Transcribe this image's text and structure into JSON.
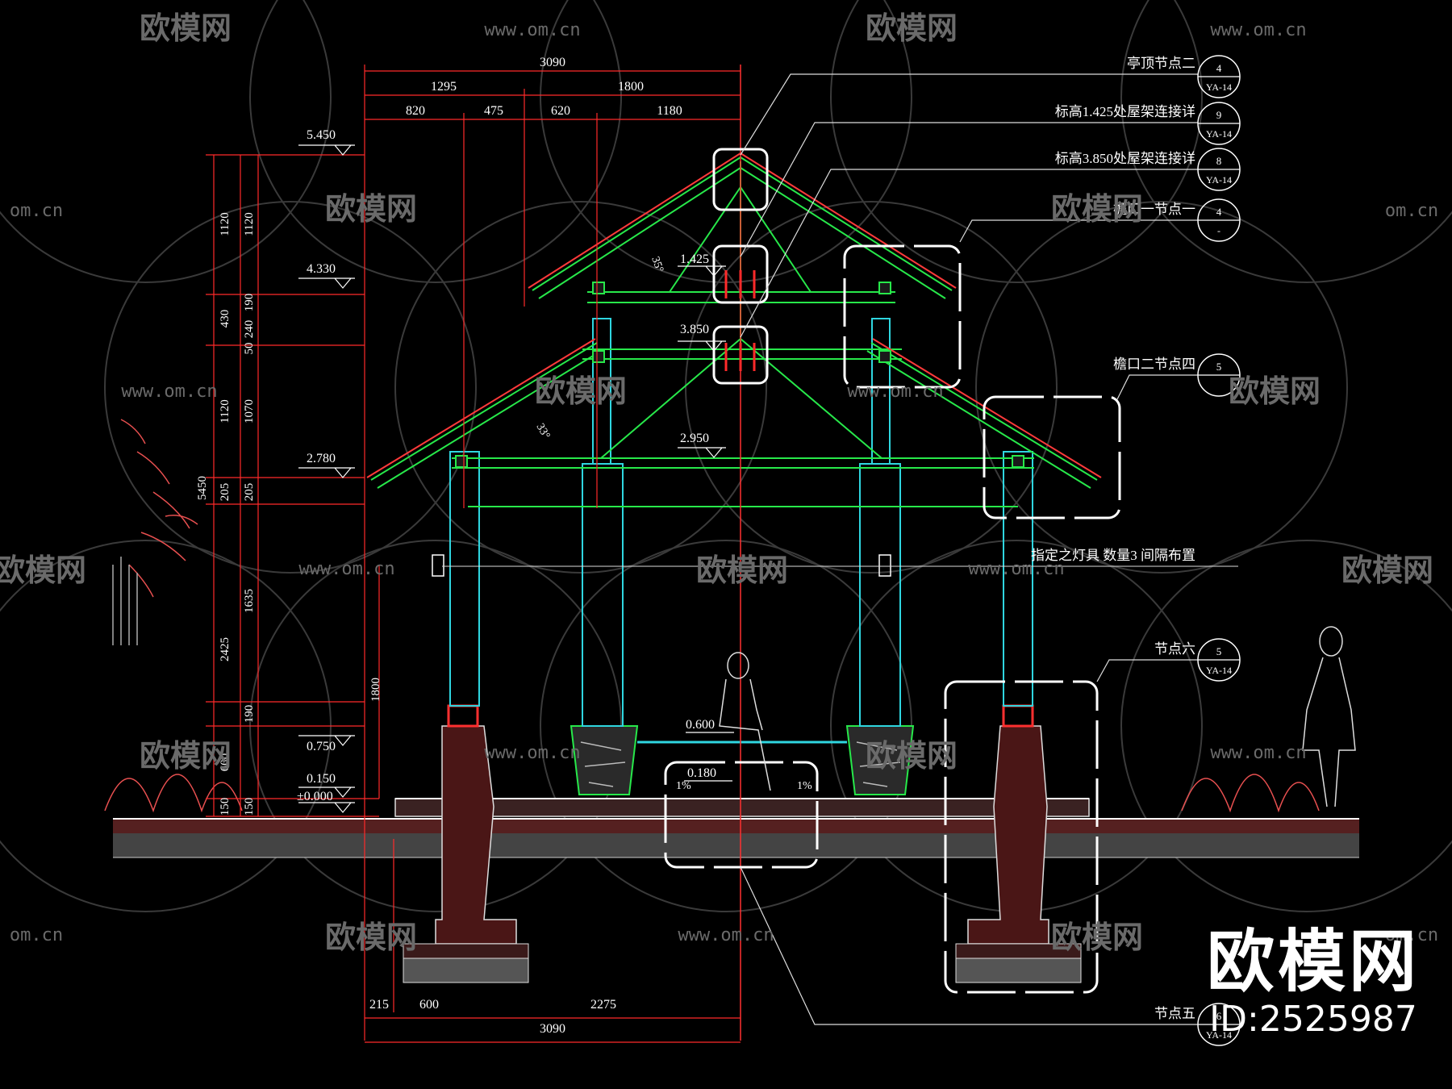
{
  "colors": {
    "background": "#000000",
    "dimension": "#ff2a2a",
    "structure": "#27e84a",
    "column": "#2fd6e0",
    "text": "#ffffff",
    "foundation": "#e03030",
    "note_box": "#ffffff",
    "watermark": "#5a5a5a"
  },
  "watermark": {
    "brand": "欧模网",
    "url": "www.om.cn",
    "url_short": "om.cn",
    "id_label": "ID:2525987"
  },
  "dimensions": {
    "top": [
      "3090",
      "1295",
      "1800",
      "820",
      "475",
      "620",
      "1180"
    ],
    "bottom": [
      "215",
      "600",
      "2275",
      "3090"
    ],
    "left_outer": [
      "1120",
      "430",
      "1120",
      "205",
      "2425",
      "600",
      "150"
    ],
    "left_inner": [
      "1120",
      "190",
      "240",
      "50",
      "1070",
      "205",
      "1635",
      "190",
      "150"
    ],
    "left_total": "5450",
    "column_height": "1800"
  },
  "elevations": [
    "5.450",
    "4.330",
    "3.850",
    "1.425",
    "2.780",
    "2.950",
    "0.750",
    "0.600",
    "0.150",
    "±0.000",
    "0.180"
  ],
  "angles": [
    "35°",
    "33°"
  ],
  "slopes": [
    "1%",
    "1%"
  ],
  "callouts": [
    {
      "text": "亭顶节点二",
      "num": "4",
      "sheet": "YA-14"
    },
    {
      "text": "标高1.425处屋架连接详",
      "num": "9",
      "sheet": "YA-14"
    },
    {
      "text": "标高3.850处屋架连接详",
      "num": "8",
      "sheet": "YA-14"
    },
    {
      "text": "檐口一节点一",
      "num": "4",
      "sheet": "-"
    },
    {
      "text": "檐口二节点四",
      "num": "5",
      "sheet": ""
    },
    {
      "text": "指定之灯具 数量3 间隔布置",
      "num": "",
      "sheet": ""
    },
    {
      "text": "节点六",
      "num": "5",
      "sheet": "YA-14"
    },
    {
      "text": "节点五",
      "num": "6",
      "sheet": "YA-14"
    }
  ]
}
